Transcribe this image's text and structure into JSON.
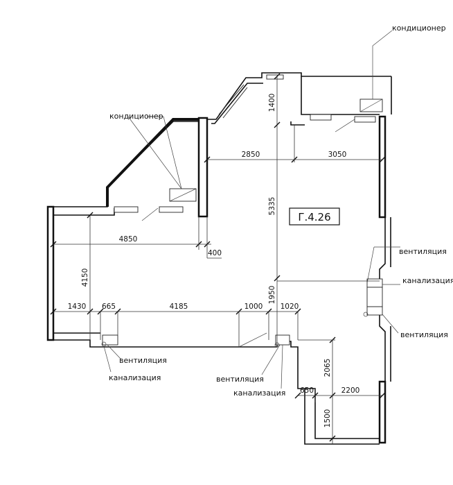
{
  "room": {
    "id": "Г.4.26"
  },
  "labels": {
    "ac_top": "кондиционер",
    "ac_left": "кондиционер",
    "vent_right_top": "вентиляция",
    "sewer_right": "канализация",
    "vent_right_bottom": "вентиляция",
    "vent_bottom_left": "вентиляция",
    "sewer_bottom_left": "канализация",
    "vent_bottom_mid": "вентиляция",
    "sewer_bottom_mid": "канализация"
  },
  "dimensions": {
    "d1400": "1400",
    "d2850": "2850",
    "d3050": "3050",
    "d5335": "5335",
    "d4850": "4850",
    "d400": "400",
    "d4150": "4150",
    "d1430": "1430",
    "d665": "665",
    "d4185": "4185",
    "d1000": "1000",
    "d1950": "1950",
    "d1020": "1020",
    "d2065": "2065",
    "d650": "650",
    "d2200": "2200",
    "d1500": "1500"
  }
}
